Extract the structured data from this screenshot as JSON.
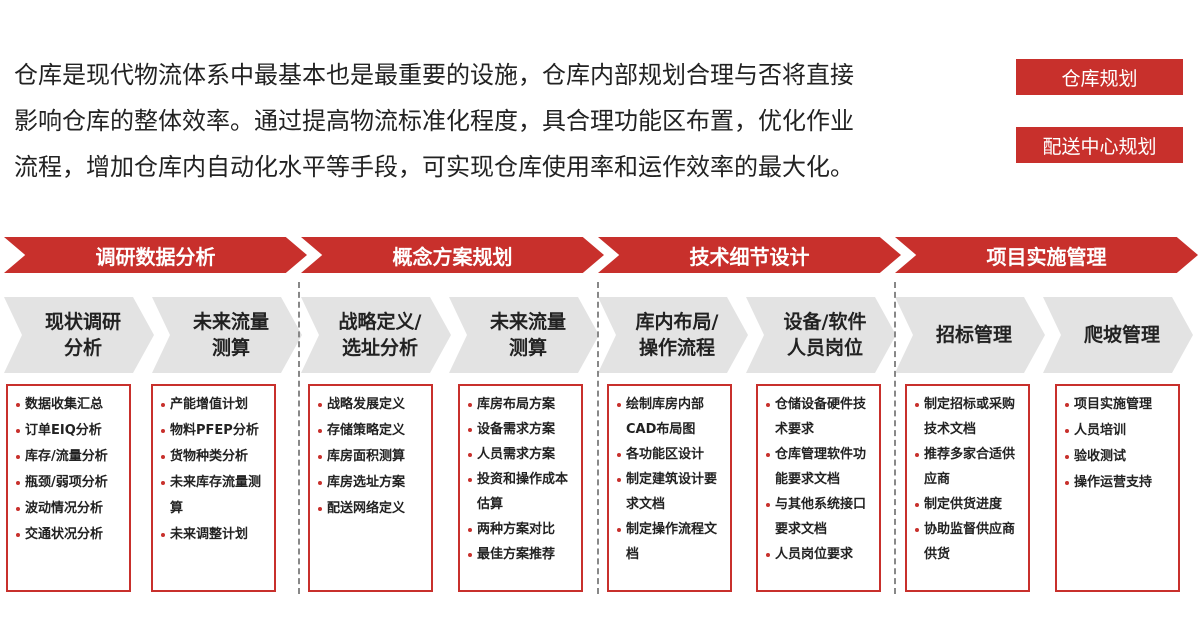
{
  "intro": {
    "lines": [
      "仓库是现代物流体系中最基本也是最重要的设施，仓库内部规划合理与否将直接",
      "影响仓库的整体效率。通过提高物流标准化程度，具合理功能区布置，优化作业",
      "流程，增加仓库内自动化水平等手段，可实现仓库使用率和运作效率的最大化。"
    ]
  },
  "tags": [
    "仓库规划",
    "配送中心规划"
  ],
  "phases": [
    "调研数据分析",
    "概念方案规划",
    "技术细节设计",
    "项目实施管理"
  ],
  "steps": [
    "现状调研\n分析",
    "未来流量\n测算",
    "战略定义/\n选址分析",
    "未来流量\n测算",
    "库内布局/\n操作流程",
    "设备/软件\n人员岗位",
    "招标管理",
    "爬坡管理"
  ],
  "boxes": [
    [
      "数据收集汇总",
      "订单EIQ分析",
      "库存/流量分析",
      "瓶颈/弱项分析",
      "波动情况分析",
      "交通状况分析"
    ],
    [
      "产能增值计划",
      "物料PFEP分析",
      "货物种类分析",
      "未来库存流量测算",
      "未来调整计划"
    ],
    [
      "战略发展定义",
      "存储策略定义",
      "库房面积测算",
      "库房选址方案",
      "配送网络定义"
    ],
    [
      "库房布局方案",
      "设备需求方案",
      "人员需求方案",
      "投资和操作成本估算",
      "两种方案对比",
      "最佳方案推荐"
    ],
    [
      "绘制库房内部CAD布局图",
      "各功能区设计",
      "制定建筑设计要求文档",
      "制定操作流程文档"
    ],
    [
      "仓储设备硬件技术要求",
      "仓库管理软件功能要求文档",
      "与其他系统接口要求文档",
      "人员岗位要求"
    ],
    [
      "制定招标或采购技术文档",
      "推荐多家合适供应商",
      "制定供货进度",
      "协助监督供应商供货"
    ],
    [
      "项目实施管理",
      "人员培训",
      "验收测试",
      "操作运营支持"
    ]
  ]
}
